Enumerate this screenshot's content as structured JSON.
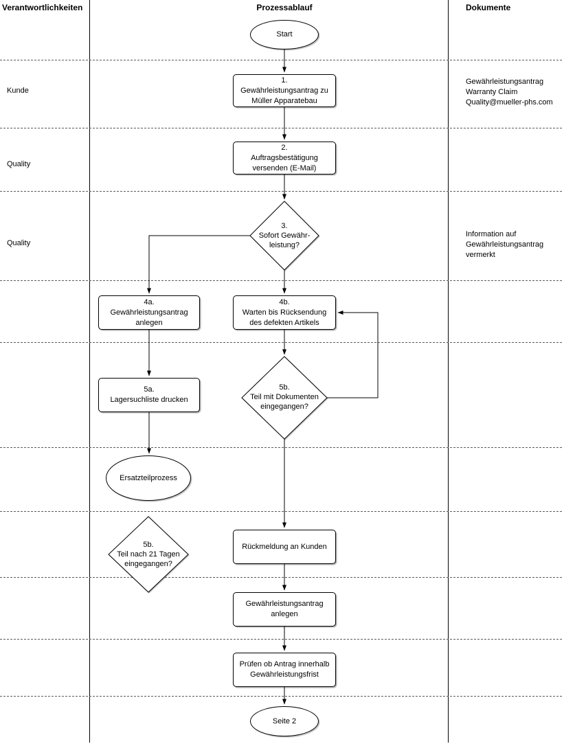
{
  "header": {
    "responsibilities": "Verantwortlichkeiten",
    "process": "Prozessablauf",
    "documents": "Dokumente"
  },
  "lane_labels": [
    {
      "text": "Kunde"
    },
    {
      "text": "Quality"
    },
    {
      "text": "Quality"
    }
  ],
  "documents": [
    {
      "lines": [
        "Gewährleistungsantrag",
        "Warranty Claim",
        "Quality@mueller-phs.com"
      ]
    },
    {
      "lines": [
        "Information auf",
        "Gewährleistungsantrag",
        "vermerkt"
      ]
    }
  ],
  "nodes": {
    "start": {
      "type": "ellipse",
      "lines": [
        "Start"
      ]
    },
    "step1": {
      "type": "box",
      "lines": [
        "1.",
        "Gewährleistungsantrag zu",
        "Müller Apparatebau"
      ]
    },
    "step2": {
      "type": "box",
      "lines": [
        "2.",
        "Auftragsbestätigung",
        "versenden (E-Mail)"
      ]
    },
    "decision3": {
      "type": "diamond",
      "lines": [
        "3.",
        "Sofort Gewähr-",
        "leistung?"
      ]
    },
    "step4a": {
      "type": "box",
      "lines": [
        "4a.",
        "Gewährleistungsantrag",
        "anlegen"
      ]
    },
    "step4b": {
      "type": "box",
      "lines": [
        "4b.",
        "Warten bis Rücksendung",
        "des defekten Artikels"
      ]
    },
    "step5a": {
      "type": "box",
      "lines": [
        "5a.",
        "Lagersuchliste drucken"
      ]
    },
    "decision5b_right": {
      "type": "diamond",
      "lines": [
        "5b.",
        "Teil mit Dokumenten",
        "eingegangen?"
      ]
    },
    "spare_part": {
      "type": "ellipse",
      "lines": [
        "Ersatzteilprozess"
      ]
    },
    "decision5b_left": {
      "type": "diamond",
      "lines": [
        "5b.",
        "Teil nach 21 Tagen",
        "eingegangen?"
      ]
    },
    "feedback": {
      "type": "box",
      "lines": [
        "Rückmeldung an Kunden"
      ]
    },
    "create_claim": {
      "type": "box",
      "lines": [
        "Gewährleistungsantrag",
        "anlegen"
      ]
    },
    "check_period": {
      "type": "box",
      "lines": [
        "Prüfen ob Antrag innerhalb",
        "Gewährleistungsfrist"
      ]
    },
    "page2": {
      "type": "ellipse",
      "lines": [
        "Seite 2"
      ]
    }
  },
  "colors": {
    "stroke": "#000000",
    "lane_separator": "#595959",
    "background": "#ffffff"
  }
}
